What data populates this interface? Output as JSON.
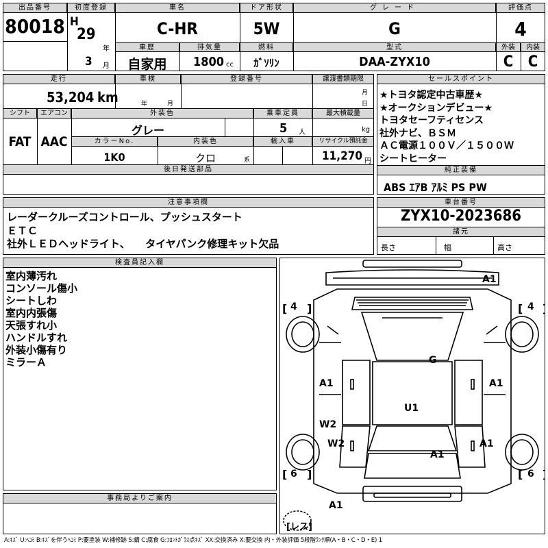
{
  "header": {
    "lot_no_label": "出品番号",
    "lot_no": "80018",
    "first_reg_label": "初度登録",
    "era": "H",
    "year": "29",
    "year_unit": "年",
    "month": "3",
    "month_unit": "月",
    "model_label": "車名",
    "model": "C-HR",
    "door_label": "ドア形状",
    "door": "5W",
    "grade_label": "グレード",
    "grade": "G",
    "score_label": "評価点",
    "score": "4",
    "history_label": "車歴",
    "history": "自家用",
    "displacement_label": "排気量",
    "displacement": "1800",
    "displacement_unit": "cc",
    "fuel_label": "燃料",
    "fuel": "ｶﾞｿﾘﾝ",
    "type_label": "型式",
    "type": "DAA-ZYX10",
    "exterior_label": "外装",
    "exterior": "C",
    "interior_label": "内装",
    "interior": "C"
  },
  "row2": {
    "mileage_label": "走行",
    "mileage": "53,204",
    "mileage_unit": "km",
    "inspection_label": "車検",
    "inspection_year_unit": "年",
    "inspection_month_unit": "月",
    "reg_no_label": "登録番号",
    "transfer_label": "譲渡書類期限",
    "transfer_month_unit": "月",
    "transfer_day_unit": "日",
    "shift_label": "シフト",
    "shift": "FAT",
    "ac_label": "エアコン",
    "ac": "AAC",
    "color_label": "外装色",
    "color": "グレー",
    "capacity_label": "乗車定員",
    "capacity": "5",
    "capacity_unit": "人",
    "load_label": "最大積載量",
    "load_unit": "kg",
    "color_no_label": "カラーNo.",
    "color_no": "1K0",
    "int_color_label": "内装色",
    "int_color": "クロ",
    "int_color_unit": "系",
    "import_label": "輸入車",
    "recycle_label": "リサイクル預託金",
    "recycle": "11,270",
    "recycle_unit": "円",
    "later_parts_label": "後日発送部品"
  },
  "sales_points": {
    "label": "セールスポイント",
    "lines": [
      "★トヨタ認定中古車歴★",
      "★オークションデビュー★",
      "トヨタセーフティセンス",
      "社外ナビ、ＢＳＭ",
      "ＡＣ電源１００Ｖ／１５００Ｗ",
      "シートヒーター"
    ]
  },
  "equipment": {
    "label": "純正装備",
    "value": "ABS ｴｱB ｱﾙﾐ PS PW"
  },
  "notes": {
    "label": "注意事項欄",
    "lines": [
      "レーダークルーズコントロール、プッシュスタート",
      "ＥＴＣ",
      "社外ＬＥＤヘッドライト、　　タイヤパンク修理キット欠品"
    ]
  },
  "chassis": {
    "label": "車台番号",
    "value": "ZYX10-2023686"
  },
  "specs": {
    "label": "諸元",
    "length": "長さ",
    "width": "幅",
    "height": "高さ"
  },
  "inspector": {
    "label": "検査員記入欄",
    "lines": [
      "室内薄汚れ",
      "コンソール傷小",
      "シートしわ",
      "室内内張傷",
      "天張すれ小",
      "ハンドルすれ",
      "外装小傷有り",
      "ミラーＡ"
    ]
  },
  "office": {
    "label": "事務局よりご案内"
  },
  "diagram": {
    "tires": {
      "fl": "4",
      "fr": "4",
      "rl": "6",
      "rr": "6"
    },
    "marks": {
      "front_bumper": "A1",
      "hood": "G",
      "left_fender": "A1",
      "right_fender": "A1",
      "roof": "U1",
      "left_front_door": "W2",
      "left_rear_door": "W2",
      "right_rear_door": "A1",
      "trunk": "A1",
      "rear_bumper": "A1"
    },
    "spare_label": "[レス]"
  },
  "legend": "A:ｷｽﾞ U:ﾍｺﾐ B:ｷｽﾞを伴うﾍｺﾐ P:要塗装 W:補修跡 S:錆 C:腐食 G:ﾌﾛﾝﾄｶﾞﾗｽ点ｷｽﾞ XX:交換済み X:要交換 内・外装評価 5段階ﾗﾝｸ順(A・B・C・D・E) 1"
}
